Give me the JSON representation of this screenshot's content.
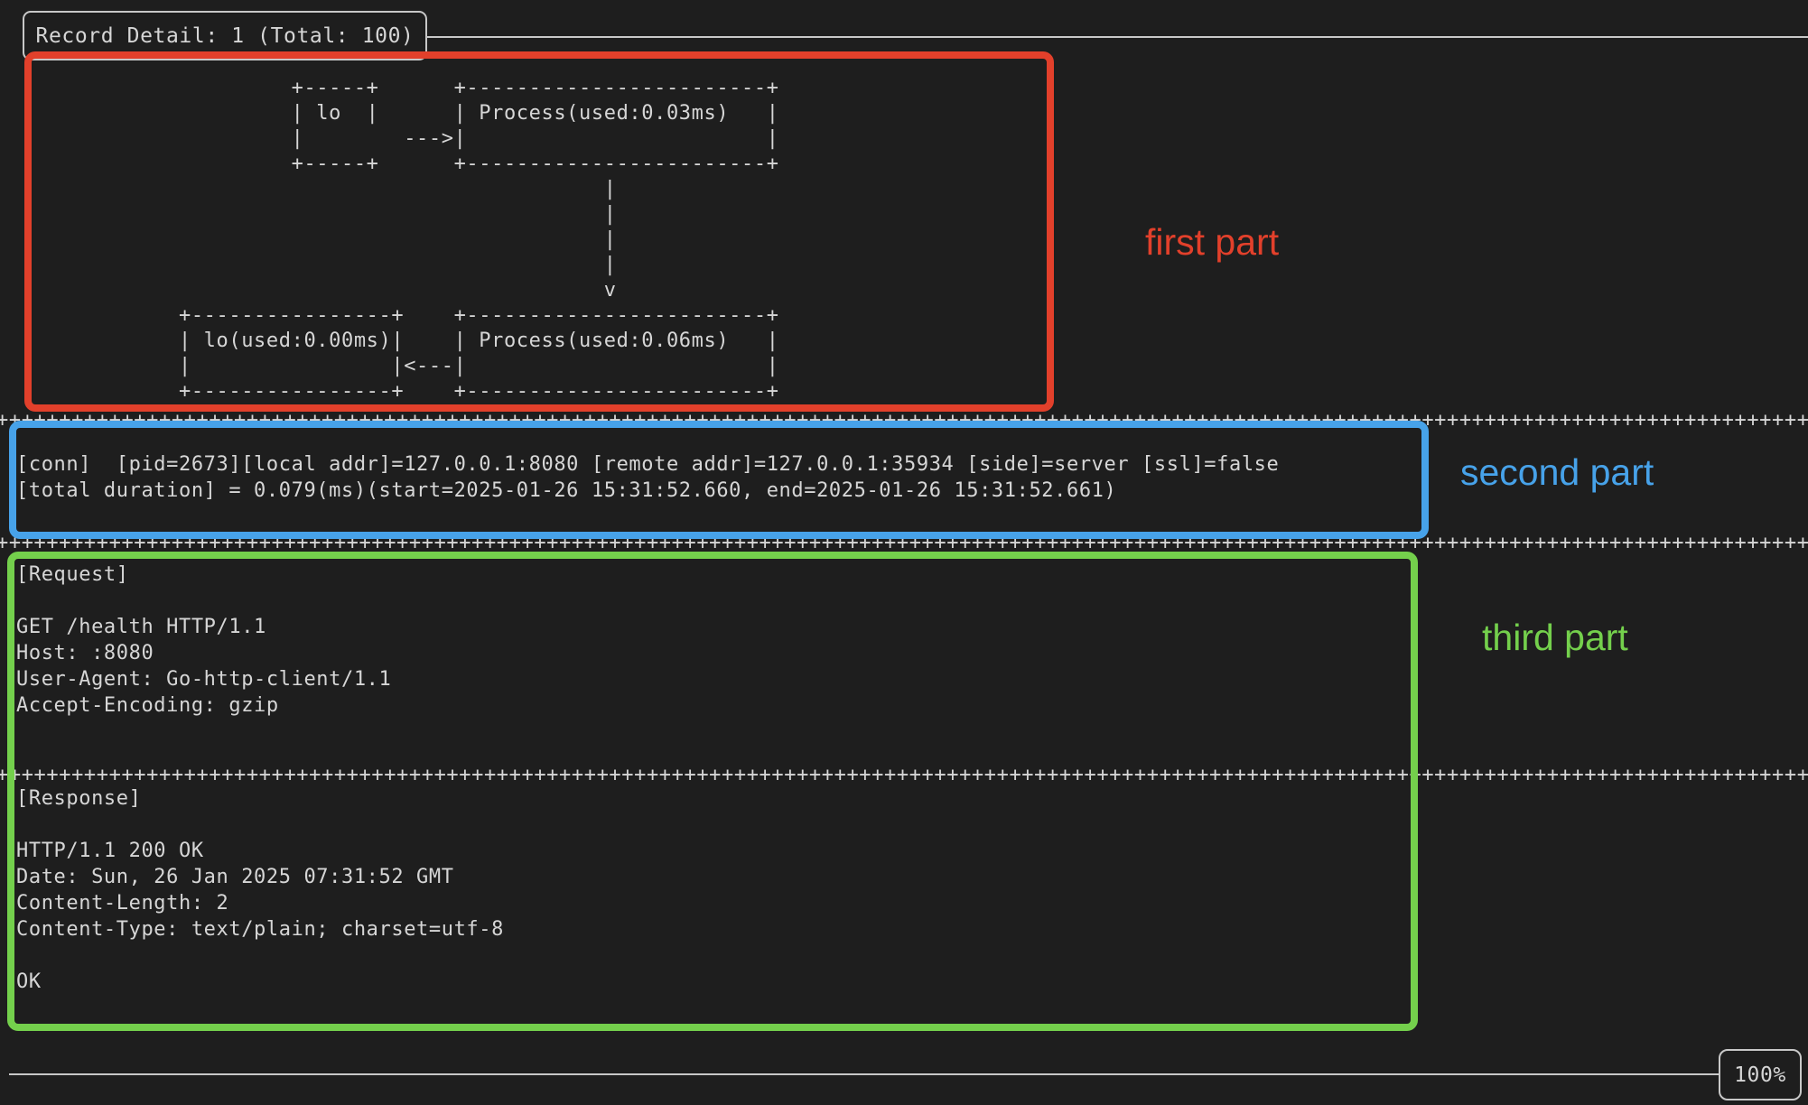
{
  "window": {
    "title": "Record Detail: 1 (Total: 100)",
    "zoom_badge": "100%"
  },
  "colors": {
    "background": "#1e1e1e",
    "foreground": "#d6d6d6",
    "chrome_border": "#c8c8c8",
    "annotation_red": "#e2402b",
    "annotation_blue": "#47a2e9",
    "annotation_green": "#74d04c"
  },
  "annotations": {
    "first": "first part",
    "second": "second part",
    "third": "third part"
  },
  "terminal": {
    "diagram": "                      +-----+      +------------------------+\n                      | lo  |      | Process(used:0.03ms)   |\n                      |        --->|                        |\n                      +-----+      +------------------------+\n                                               |\n                                               |\n                                               |\n                                               |\n                                               v\n             +----------------+    +------------------------+\n             | lo(used:0.00ms)|    | Process(used:0.06ms)   |\n             |                |<---|                        |\n             +----------------+    +------------------------+",
    "separator": "++++++++++++++++++++++++++++++++++++++++++++++++++++++++++++++++++++++++++++++++++++++++++++++++++++++++++++++++++++++++++++++++++++++++++++++++++++++",
    "conn": "[conn]  [pid=2673][local addr]=127.0.0.1:8080 [remote addr]=127.0.0.1:35934 [side]=server [ssl]=false\n[total duration] = 0.079(ms)(start=2025-01-26 15:31:52.660, end=2025-01-26 15:31:52.661)",
    "request": "[Request]\n\nGET /health HTTP/1.1\nHost: :8080\nUser-Agent: Go-http-client/1.1\nAccept-Encoding: gzip",
    "response": "[Response]\n\nHTTP/1.1 200 OK\nDate: Sun, 26 Jan 2025 07:31:52 GMT\nContent-Length: 2\nContent-Type: text/plain; charset=utf-8\n\nOK"
  }
}
